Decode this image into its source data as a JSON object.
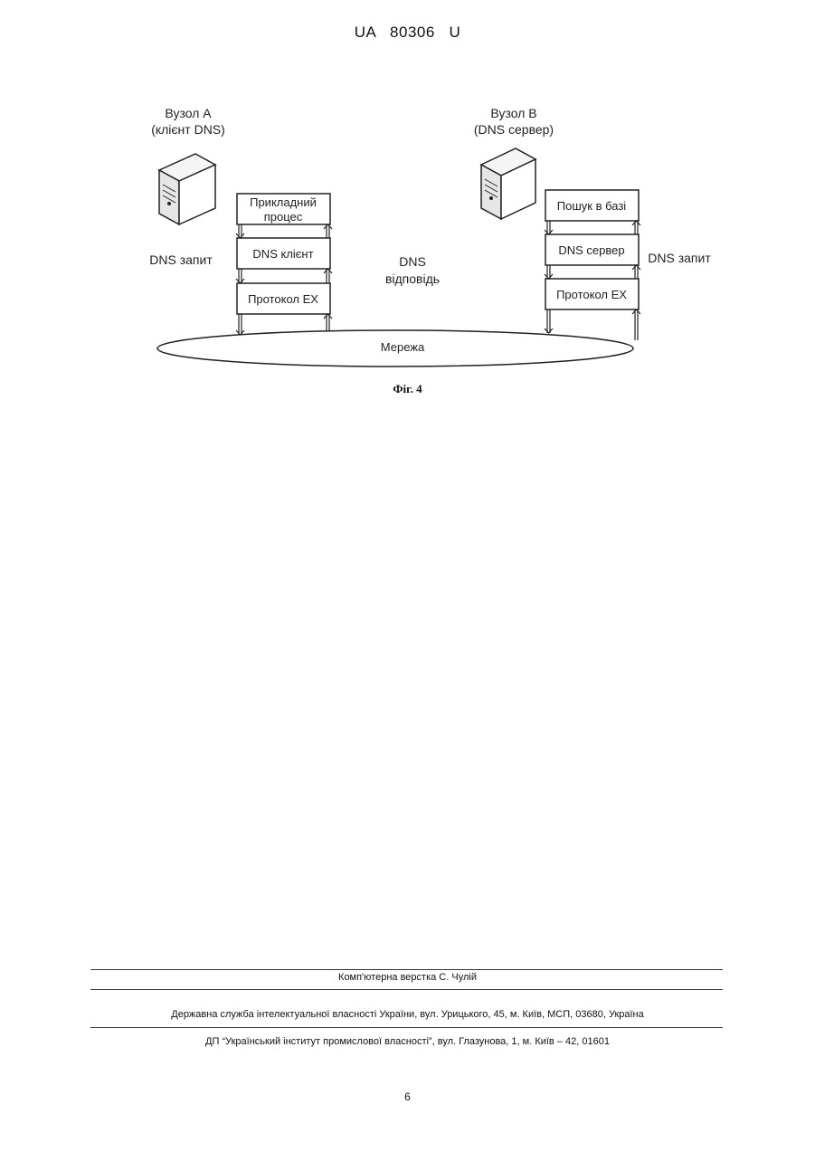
{
  "header": {
    "doc_id": "UA   80306   U"
  },
  "figure": {
    "node_a": {
      "title_line1": "Вузол А",
      "title_line2": "(клієнт DNS)",
      "stack": [
        "Прикладний",
        "процес",
        "DNS клієнт",
        "Протокол ЕХ"
      ],
      "side_label": "DNS запит"
    },
    "node_b": {
      "title_line1": "Вузол В",
      "title_line2": "(DNS сервер)",
      "stack": [
        "Пошук в базі",
        "DNS сервер",
        "Протокол ЕХ"
      ],
      "side_label": "DNS запит"
    },
    "center_label_line1": "DNS",
    "center_label_line2": "відповідь",
    "network_label": "Мережа",
    "caption": "Фіг. 4"
  },
  "footer": {
    "layout_credit": "Комп'ютерна верстка С. Чулій",
    "agency": "Державна служба інтелектуальної власності України, вул. Урицького, 45, м. Київ, МСП, 03680, Україна",
    "institute": "ДП “Український інститут промислової власності”, вул. Глазунова, 1, м. Київ – 42, 01601"
  },
  "page_number": "6"
}
